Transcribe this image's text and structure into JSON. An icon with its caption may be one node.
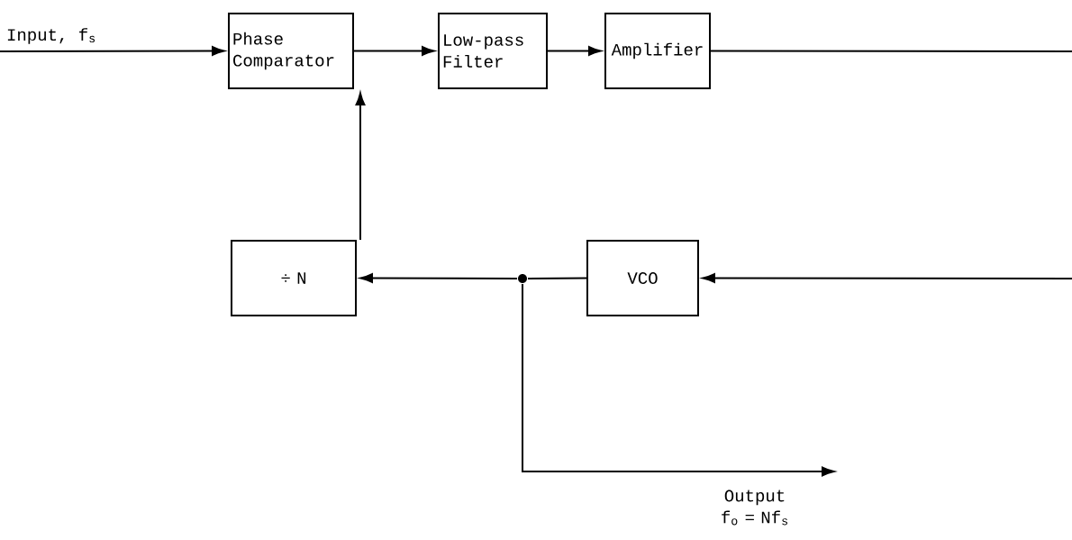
{
  "diagram": {
    "nodes": [
      {
        "text": [
          "Phase Comparator"
        ]
      },
      {
        "text": [
          "Low-pass Filter"
        ]
      },
      {
        "text": [
          "Amplifier"
        ]
      },
      {
        "text": [
          "÷ N"
        ]
      },
      {
        "text": [
          "VCO"
        ]
      },
      {
        "text": [],
        "shape": "circle"
      }
    ],
    "edges": [
      {
        "from": null,
        "to": 0,
        "arrow": "to",
        "label": "Input, f$_{s}$"
      },
      {
        "from": 0,
        "to": 1,
        "arrow": "to"
      },
      {
        "from": 1,
        "to": 2,
        "arrow": "to"
      },
      {
        "from": 2,
        "to": null,
        "arrow": "none"
      },
      {
        "from": null,
        "to": 4,
        "arrow": "to"
      },
      {
        "from": 4,
        "to": 5,
        "arrow": "none"
      },
      {
        "from": 5,
        "to": 3,
        "arrow": "to"
      },
      {
        "from": 3,
        "to": 0,
        "arrow": "to"
      },
      {
        "from": 5,
        "to": null,
        "arrow": "to",
        "label": "Output f$_{o}$ = Nf$_{s}$"
      }
    ]
  }
}
